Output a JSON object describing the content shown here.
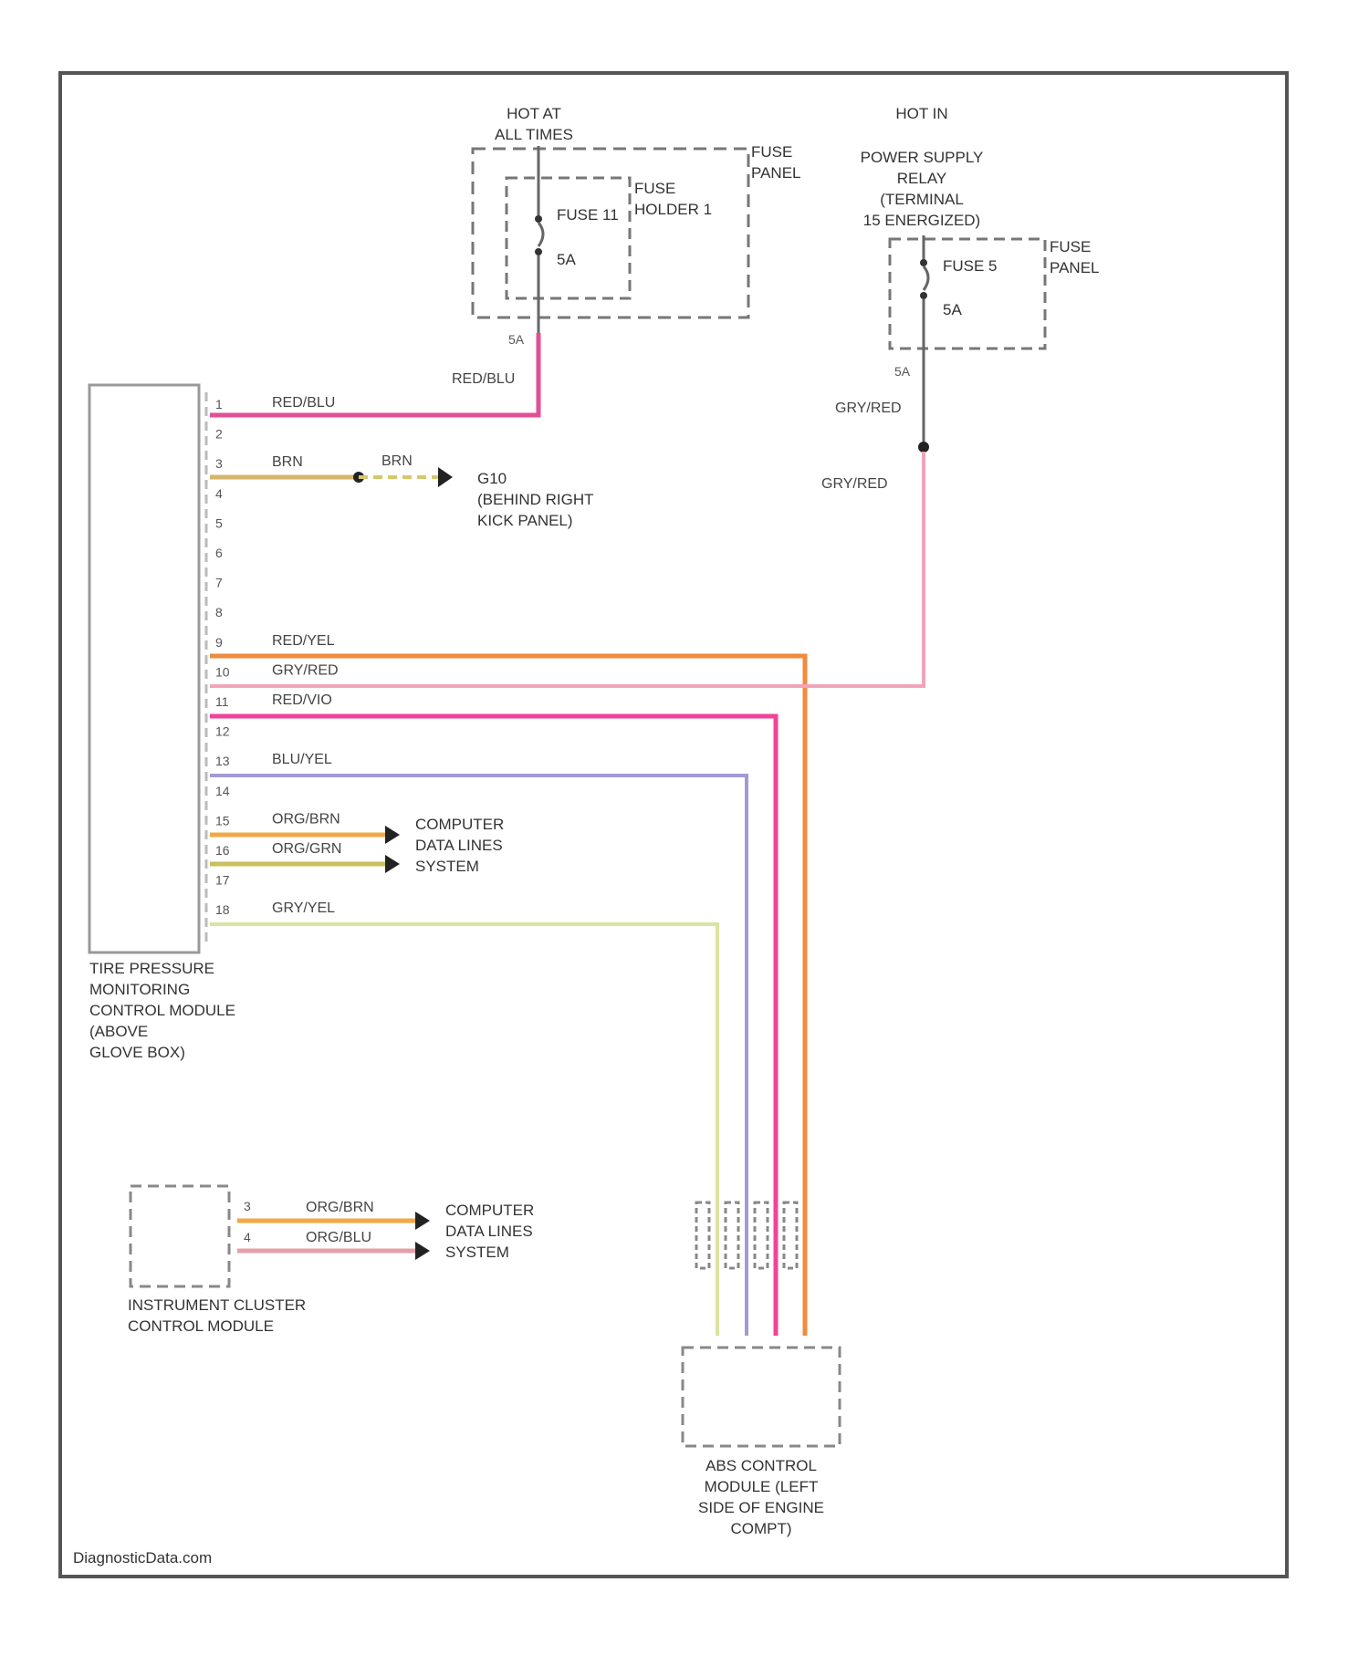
{
  "fuse_source_1": {
    "hot_label": [
      "HOT AT",
      "ALL TIMES"
    ],
    "fuse_panel": [
      "FUSE",
      "PANEL"
    ],
    "fuse_holder": [
      "FUSE",
      "HOLDER 1"
    ],
    "fuse_name": "FUSE 11",
    "fuse_rating": "5A",
    "terminal": "5A"
  },
  "fuse_source_2": {
    "hot_label": "HOT IN",
    "relay_label": [
      "POWER SUPPLY",
      "RELAY",
      "(TERMINAL",
      "15 ENERGIZED)"
    ],
    "fuse_panel": [
      "FUSE",
      "PANEL"
    ],
    "fuse_name": "FUSE 5",
    "fuse_rating": "5A",
    "terminal": "5A"
  },
  "wire_labels": {
    "red_blu_top": "RED/BLU",
    "gry_red_top": "GRY/RED",
    "gry_red_mid": "GRY/RED"
  },
  "tpms_module": {
    "label": [
      "TIRE PRESSURE",
      "MONITORING",
      "CONTROL MODULE",
      "(ABOVE",
      "GLOVE BOX)"
    ],
    "pins": [
      "1",
      "2",
      "3",
      "4",
      "5",
      "6",
      "7",
      "8",
      "9",
      "10",
      "11",
      "12",
      "13",
      "14",
      "15",
      "16",
      "17",
      "18"
    ],
    "wires": [
      {
        "pin": "1",
        "label": "RED/BLU",
        "color": "#e24f95"
      },
      {
        "pin": "3",
        "label": "BRN",
        "color": "#d6b56a"
      },
      {
        "pin": "9",
        "label": "RED/YEL",
        "color": "#f08a3c"
      },
      {
        "pin": "10",
        "label": "GRY/RED",
        "color": "#f2a3b6"
      },
      {
        "pin": "11",
        "label": "RED/VIO",
        "color": "#f0439a"
      },
      {
        "pin": "13",
        "label": "BLU/YEL",
        "color": "#a39ad6"
      },
      {
        "pin": "15",
        "label": "ORG/BRN",
        "color": "#f2a845"
      },
      {
        "pin": "16",
        "label": "ORG/GRN",
        "color": "#c9c05a"
      },
      {
        "pin": "18",
        "label": "GRY/YEL",
        "color": "#dbe3a0"
      }
    ]
  },
  "ground": {
    "wire2_label": "BRN",
    "label": [
      "G10",
      "(BEHIND RIGHT",
      "KICK PANEL)"
    ]
  },
  "data_lines_1": [
    "COMPUTER",
    "DATA LINES",
    "SYSTEM"
  ],
  "instrument_cluster": {
    "label": [
      "INSTRUMENT CLUSTER",
      "CONTROL MODULE"
    ],
    "pins": [
      "3",
      "4"
    ],
    "wire_a": "ORG/BRN",
    "wire_b": "ORG/BLU",
    "data_lines": [
      "COMPUTER",
      "DATA LINES",
      "SYSTEM"
    ]
  },
  "abs_module": {
    "label": [
      "ABS CONTROL",
      "MODULE (LEFT",
      "SIDE OF ENGINE",
      "COMPT)"
    ]
  },
  "footer": "DiagnosticData.com"
}
